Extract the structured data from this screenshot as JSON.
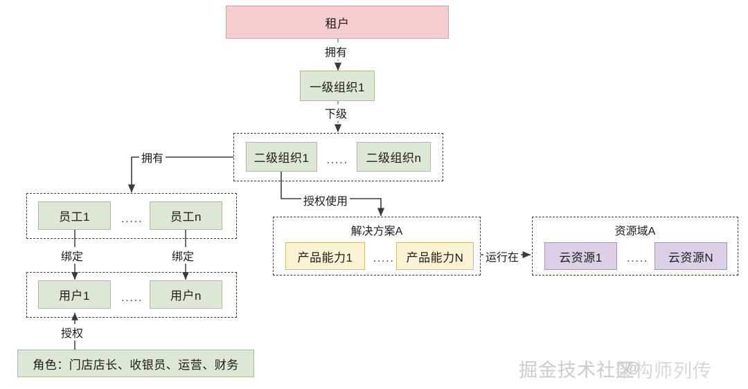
{
  "diagram": {
    "nodes": {
      "tenant": "租户",
      "org_level1": "一级组织1",
      "org_level2_first": "二级组织1",
      "org_level2_last": "二级组织n",
      "staff_first": "员工1",
      "staff_last": "员工n",
      "user_first": "用户1",
      "user_last": "用户n",
      "role_box": "角色：门店店长、收银员、运营、财务",
      "capability_first": "产品能力1",
      "capability_last": "产品能力N",
      "cloud_resource_first": "云资源1",
      "cloud_resource_last": "云资源N"
    },
    "group_titles": {
      "solution": "解决方案A",
      "resource_domain": "资源域A"
    },
    "edge_labels": {
      "tenant_to_org1": "拥有",
      "org1_to_org2": "下级",
      "org2_to_staff": "拥有",
      "staff_to_user_left": "绑定",
      "staff_to_user_right": "绑定",
      "role_to_user": "授权",
      "org2_to_solution": "授权使用",
      "solution_to_resource": "运行在"
    },
    "ellipsis": ".....",
    "colors": {
      "pink_fill": "#f4cdcf",
      "pink_border": "#d99fa3",
      "green_fill": "#dce8d3",
      "green_border": "#a9bf98",
      "yellow_fill": "#fcf2d4",
      "yellow_border": "#d6bb6d",
      "purple_fill": "#dcd0e6",
      "purple_border": "#a992b9",
      "line": "#3a3a3a",
      "background": "#ffffff"
    }
  },
  "watermark": {
    "primary": "掘金技术社区",
    "overlay": "架构师列传",
    "at_symbol": "@"
  }
}
